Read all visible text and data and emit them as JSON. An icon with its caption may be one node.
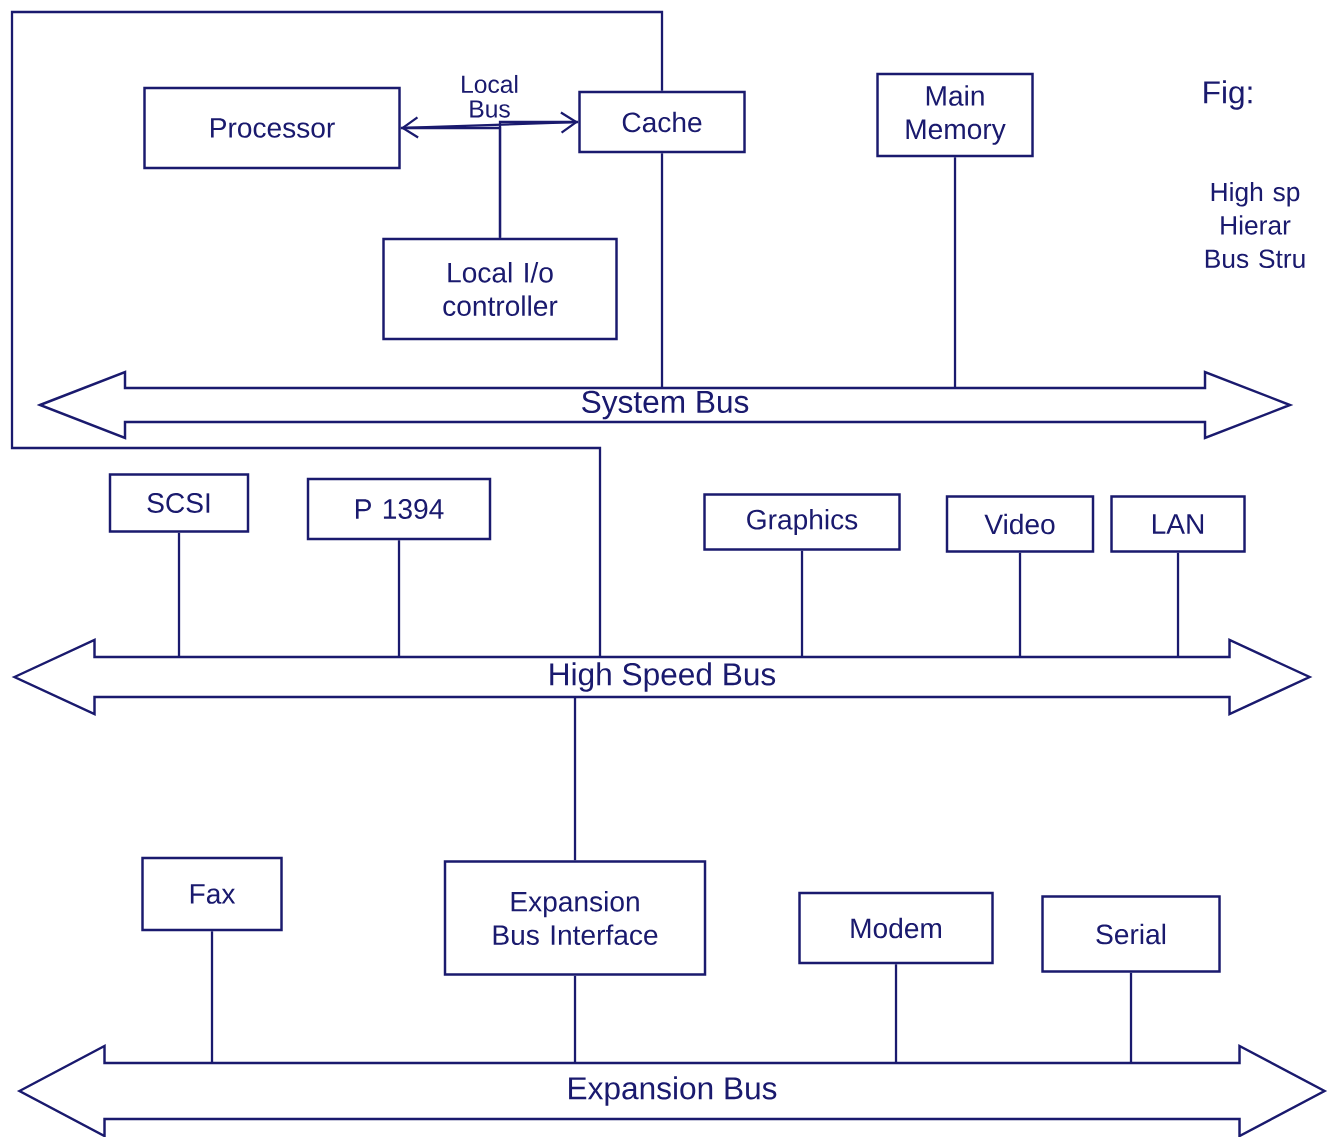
{
  "diagram": {
    "nodes": [
      {
        "text": [
          "Processor"
        ]
      },
      {
        "text": [
          "Cache"
        ]
      },
      {
        "text": [
          "Local I/o controller"
        ]
      },
      {
        "text": [
          "Main Memory"
        ]
      },
      {
        "text": [
          "System Bus"
        ]
      },
      {
        "text": [
          "SCSI"
        ]
      },
      {
        "text": [
          "P 1394"
        ]
      },
      {
        "text": [
          "Graphics"
        ]
      },
      {
        "text": [
          "Video"
        ]
      },
      {
        "text": [
          "LAN"
        ]
      },
      {
        "text": [
          "High Speed Bus"
        ]
      },
      {
        "text": [
          "Fax"
        ]
      },
      {
        "text": [
          "Expansion Bus Interface"
        ]
      },
      {
        "text": [
          "Modem"
        ]
      },
      {
        "text": [
          "Serial"
        ]
      },
      {
        "text": [
          "Expansion Bus"
        ]
      }
    ],
    "edges": [
      {
        "from": 0,
        "to": 1,
        "arrow": "both",
        "label": "Local Bus"
      },
      {
        "from": 2,
        "to": 0,
        "arrow": "none"
      },
      {
        "from": 2,
        "to": 1,
        "arrow": "none"
      },
      {
        "from": 1,
        "to": 4,
        "arrow": "none"
      },
      {
        "from": 3,
        "to": 4,
        "arrow": "none"
      },
      {
        "from": 1,
        "to": 10,
        "arrow": "none"
      },
      {
        "from": 5,
        "to": 10,
        "arrow": "none"
      },
      {
        "from": 6,
        "to": 10,
        "arrow": "none"
      },
      {
        "from": 7,
        "to": 10,
        "arrow": "none"
      },
      {
        "from": 8,
        "to": 10,
        "arrow": "none"
      },
      {
        "from": 9,
        "to": 10,
        "arrow": "none"
      },
      {
        "from": 10,
        "to": 12,
        "arrow": "none"
      },
      {
        "from": 11,
        "to": 15,
        "arrow": "none"
      },
      {
        "from": 12,
        "to": 15,
        "arrow": "none"
      },
      {
        "from": 13,
        "to": 15,
        "arrow": "none"
      },
      {
        "from": 14,
        "to": 15,
        "arrow": "none"
      }
    ],
    "labels": [
      "Fig:",
      "High sp Hierar Bus Stru"
    ]
  }
}
